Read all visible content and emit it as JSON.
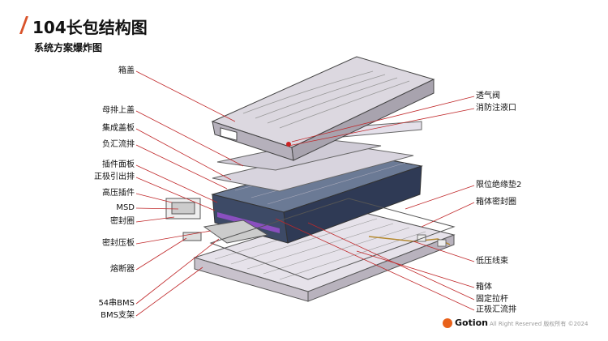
{
  "header": {
    "title": "104长包结构图",
    "subtitle": "系统方案爆炸图"
  },
  "labels_left": [
    "箱盖",
    "母排上盖",
    "集成盖板",
    "负汇流排",
    "插件面板",
    "正极引出排",
    "高压插件",
    "MSD",
    "密封圈",
    "密封压板",
    "熔断器",
    "54串BMS",
    "BMS支架"
  ],
  "labels_right": [
    "透气阀",
    "消防注液口",
    "限位绝缘垫2",
    "箱体密封圈",
    "低压线束",
    "箱体",
    "固定拉杆",
    "正极汇流排"
  ],
  "footer": {
    "brand": "Gotion",
    "copyright": "All Right Reserved 版权所有 ©2024"
  },
  "colors": {
    "accent": "#d9532b",
    "leader": "#c0282a",
    "brand": "#e8611a"
  }
}
